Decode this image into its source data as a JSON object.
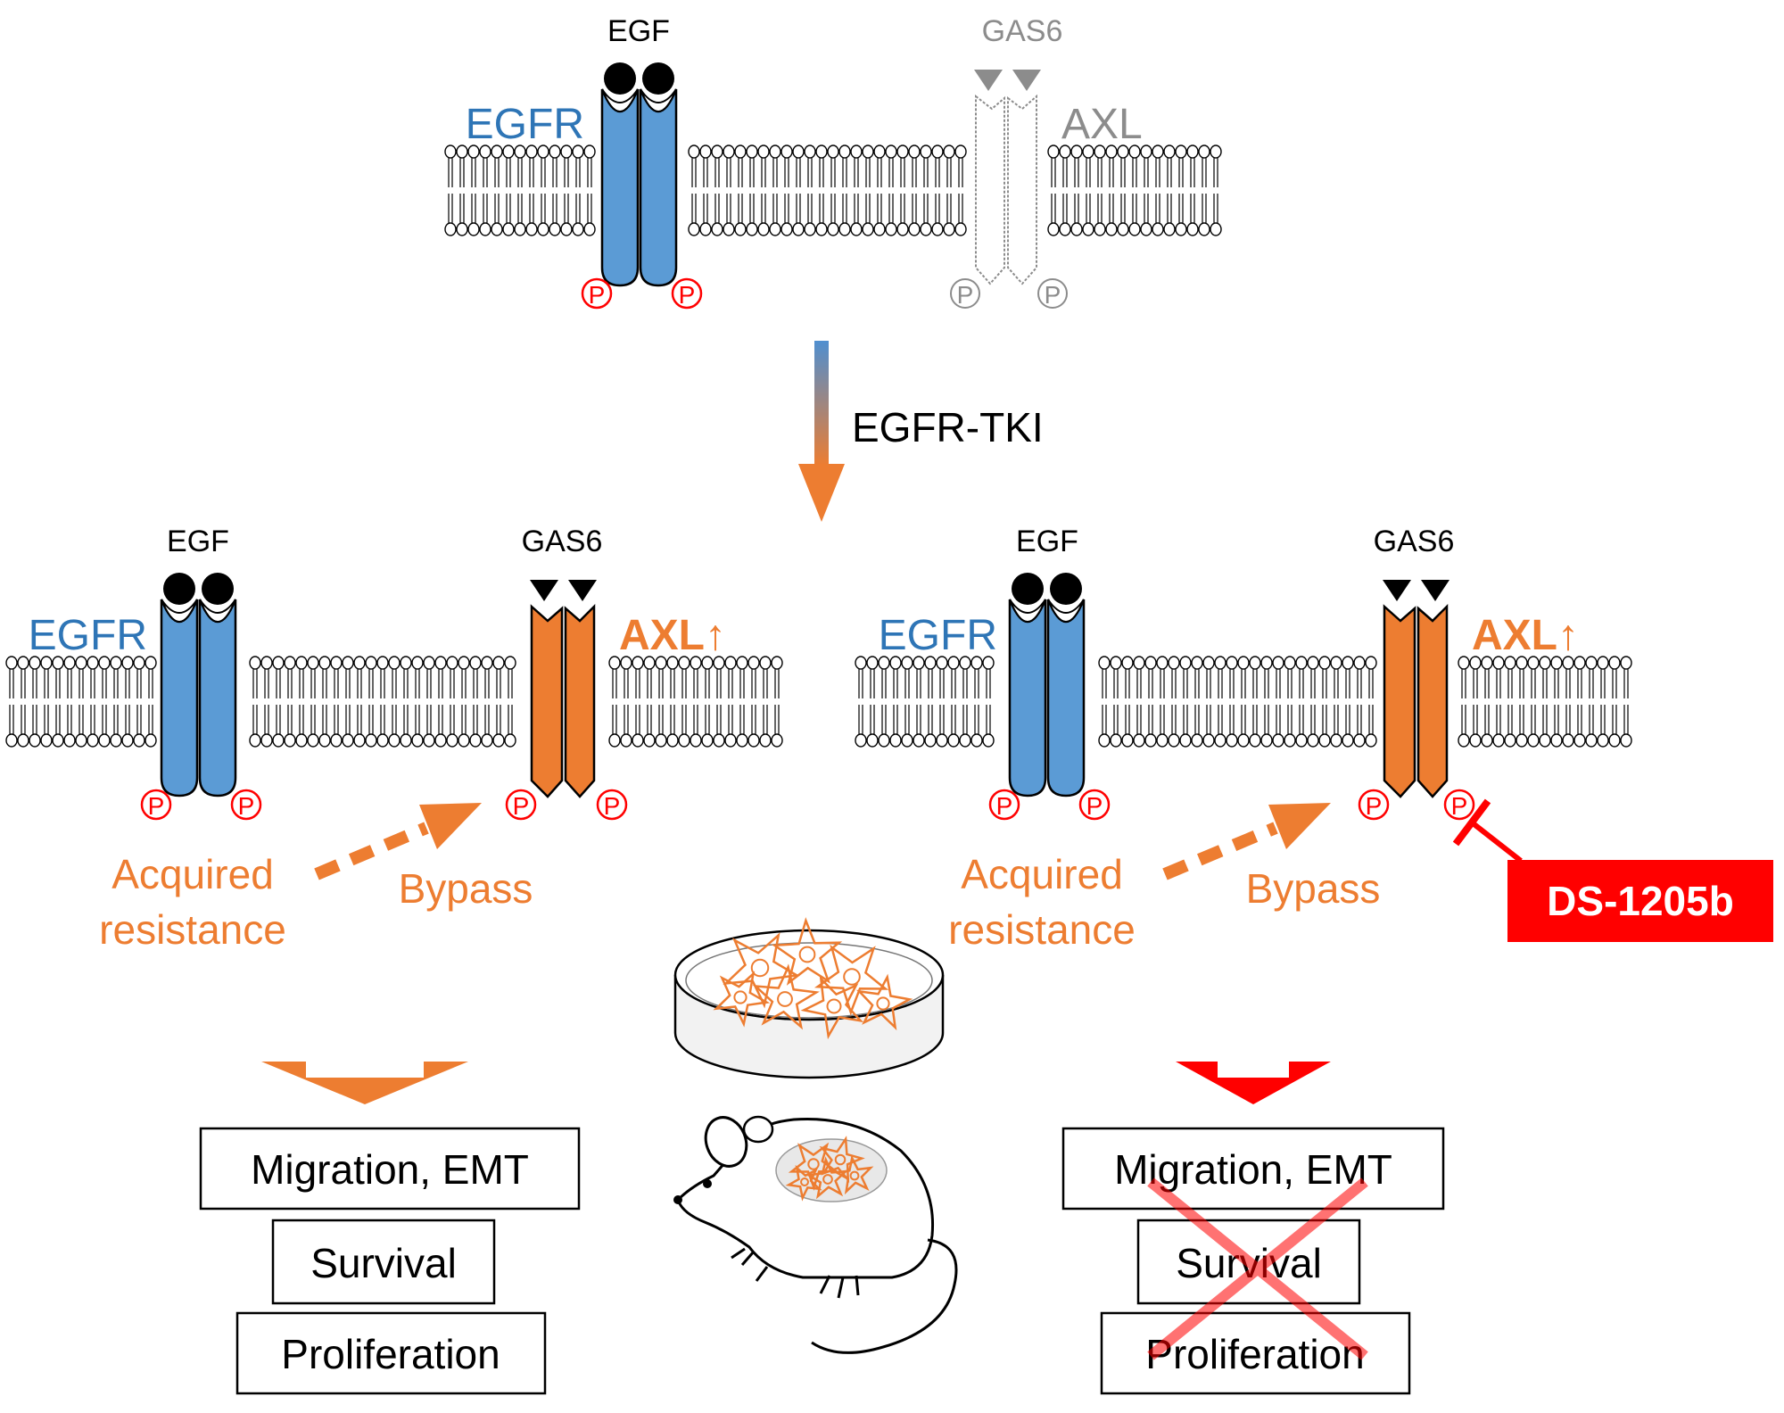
{
  "colors": {
    "egfr_blue": "#5b9bd5",
    "egfr_label_blue": "#2e75b6",
    "axl_orange": "#ed7d31",
    "inactive_gray": "#8c8c8c",
    "phospho_red": "#ff0000",
    "inhibitor_red": "#ff0000",
    "ligand_black": "#000000"
  },
  "top_panel": {
    "egf_label": "EGF",
    "egfr_label": "EGFR",
    "gas6_label": "GAS6",
    "axl_label": "AXL",
    "phospho_symbol": "P"
  },
  "transition": {
    "treatment_label": "EGFR-TKI"
  },
  "left_panel": {
    "egf_label": "EGF",
    "egfr_label": "EGFR",
    "gas6_label": "GAS6",
    "axl_label": "AXL↑",
    "phospho_symbol": "P",
    "resistance_line1": "Acquired",
    "resistance_line2": "resistance",
    "bypass_label": "Bypass",
    "outcomes": [
      "Migration, EMT",
      "Survival",
      "Proliferation"
    ]
  },
  "right_panel": {
    "egf_label": "EGF",
    "egfr_label": "EGFR",
    "gas6_label": "GAS6",
    "axl_label": "AXL↑",
    "phospho_symbol": "P",
    "resistance_line1": "Acquired",
    "resistance_line2": "resistance",
    "bypass_label": "Bypass",
    "inhibitor_label": "DS-1205b",
    "outcomes": [
      "Migration, EMT",
      "Survival",
      "Proliferation"
    ],
    "outcomes_blocked": true
  },
  "icons": {
    "culture_dish": "petri-dish-icon",
    "mouse": "mouse-icon",
    "cells": "cancer-cell-icon"
  }
}
